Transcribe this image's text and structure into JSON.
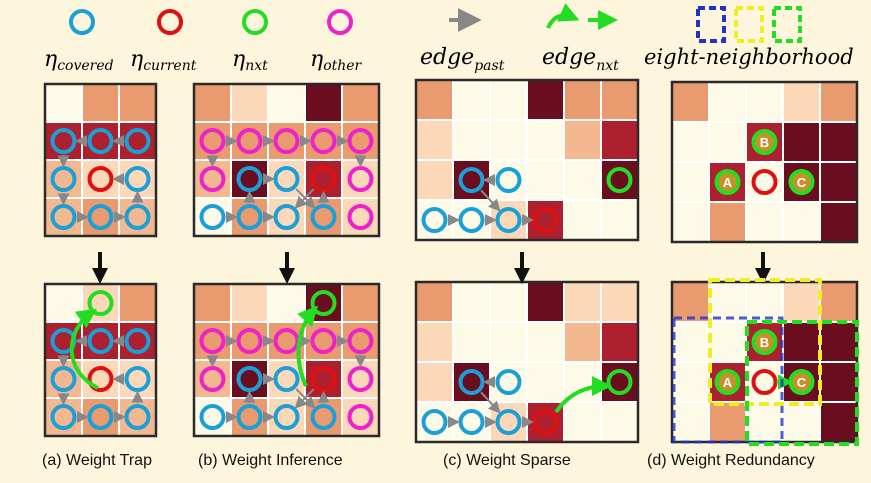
{
  "legend": {
    "eta_covered": {
      "symbol": "η",
      "sub": "covered"
    },
    "eta_current": {
      "symbol": "η",
      "sub": "current"
    },
    "eta_nxt": {
      "symbol": "η",
      "sub": "nxt"
    },
    "eta_other": {
      "symbol": "η",
      "sub": "other"
    },
    "edge_past": {
      "symbol": "edge",
      "sub": "past"
    },
    "edge_nxt": {
      "symbol": "edge",
      "sub": "nxt"
    },
    "neighborhood": "eight-neighborhood"
  },
  "colors": {
    "covered": "#1aa0d8",
    "current": "#e01010",
    "nxt": "#22dd22",
    "other": "#ee22cc",
    "edge_past": "#888888",
    "dash_blue": "#2233cc",
    "dash_yellow": "#eeee22",
    "dash_green": "#22dd22",
    "background": "#fef5dd"
  },
  "captions": {
    "a": "(a) Weight Trap",
    "b": "(b) Weight Inference",
    "c": "(c) Weight Sparse",
    "d": "(d) Weight Redundancy"
  },
  "node_labels": {
    "A": "A",
    "B": "B",
    "C": "C"
  }
}
